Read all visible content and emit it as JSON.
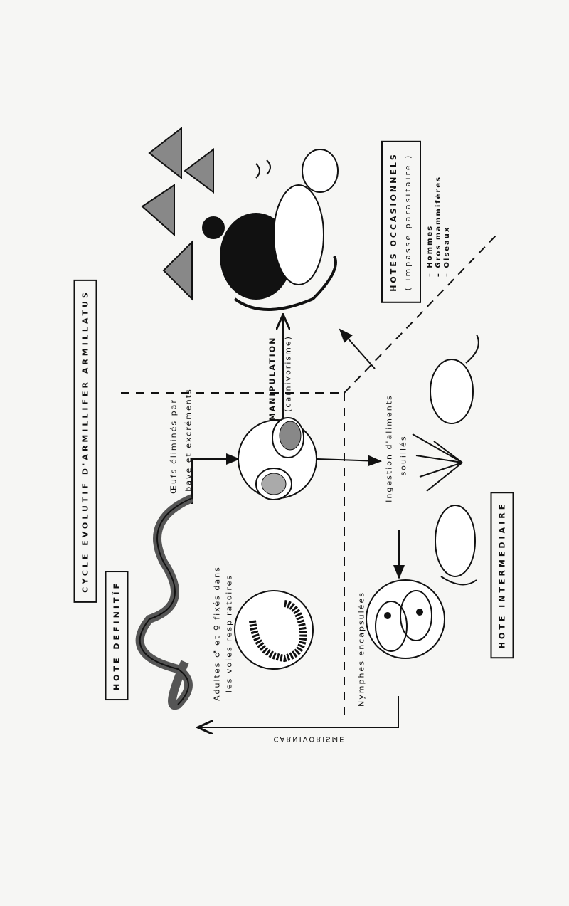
{
  "title": "CYCLE EVOLUTIF D'ARMILLIFER ARMILLATUS",
  "hosts": {
    "definitive": "HOTE DEFINITÎF",
    "intermediate": "HOTE INTERMEDIAIRE",
    "occasional_title": "HOTES OCCASIONNELS",
    "occasional_subtitle": "( impasse parasitaire )",
    "occasional_list": [
      "– Hommes",
      "– Gros mammifères",
      "– Oiseaux"
    ]
  },
  "labels": {
    "adults_line1": "Adultes ♂ et ♀ fixés dans",
    "adults_line2": "les voies respiratoires",
    "eggs_line1": "Œufs éliminés par",
    "eggs_line2": "bave et excréments",
    "manipulation": "MANIPULATION",
    "manipulation_sub": "(carnivorisme)",
    "ingestion_line1": "Ingestion d'aliments",
    "ingestion_line2": "souillés",
    "nymphs": "Nymphes encapsulées",
    "carnivorisme": "CARNIVORISME"
  }
}
